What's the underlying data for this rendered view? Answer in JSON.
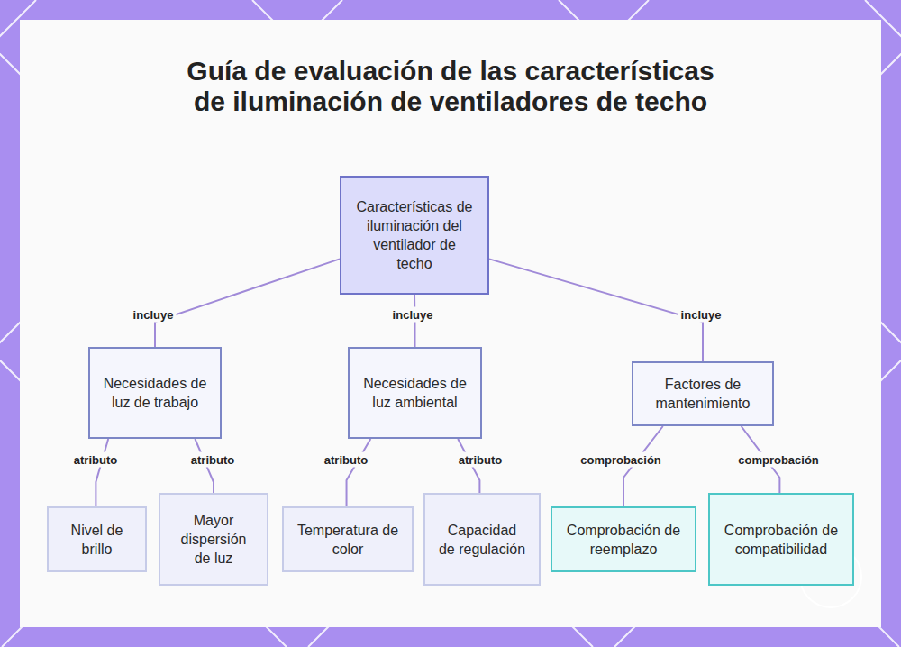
{
  "diagram": {
    "title": "Guía de evaluación de las características de iluminación de ventiladores de techo",
    "nodes": [
      {
        "text": [
          "Características de iluminación del ventilador de techo"
        ]
      },
      {
        "text": [
          "Necesidades de luz de trabajo"
        ]
      },
      {
        "text": [
          "Necesidades de luz ambiental"
        ]
      },
      {
        "text": [
          "Factores de mantenimiento"
        ]
      },
      {
        "text": [
          "Nivel de brillo"
        ]
      },
      {
        "text": [
          "Mayor dispersión de luz"
        ]
      },
      {
        "text": [
          "Temperatura de color"
        ]
      },
      {
        "text": [
          "Capacidad de regulación"
        ]
      },
      {
        "text": [
          "Comprobación de reemplazo"
        ]
      },
      {
        "text": [
          "Comprobación de compatibilidad"
        ]
      }
    ],
    "edges": [
      {
        "from": 0,
        "to": 1,
        "arrow": "none",
        "label": "incluye"
      },
      {
        "from": 0,
        "to": 2,
        "arrow": "none",
        "label": "incluye"
      },
      {
        "from": 0,
        "to": 3,
        "arrow": "none",
        "label": "incluye"
      },
      {
        "from": 1,
        "to": 4,
        "arrow": "none",
        "label": "atributo"
      },
      {
        "from": 1,
        "to": 5,
        "arrow": "none",
        "label": "atributo"
      },
      {
        "from": 2,
        "to": 6,
        "arrow": "none",
        "label": "atributo"
      },
      {
        "from": 2,
        "to": 7,
        "arrow": "none",
        "label": "atributo"
      },
      {
        "from": 3,
        "to": 8,
        "arrow": "none",
        "label": "comprobación"
      },
      {
        "from": 3,
        "to": 9,
        "arrow": "none",
        "label": "comprobación"
      }
    ]
  }
}
